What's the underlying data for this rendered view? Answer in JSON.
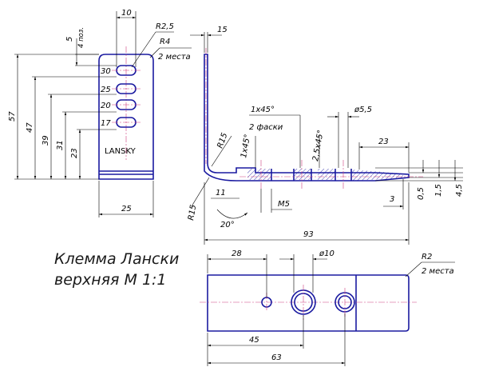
{
  "title": {
    "line1": "Клемма Лански",
    "line2": "верхняя М 1:1"
  },
  "marking": "LANSKY",
  "front_view": {
    "slot_labels": [
      "30",
      "25",
      "20",
      "17"
    ],
    "dims": {
      "top_width": "10",
      "radius_slot": "R2,5",
      "radius_corner": "R4",
      "corner_places": "2 места",
      "offset_5": "5",
      "position_label": "4 поз.",
      "height_57": "57",
      "height_47": "47",
      "height_39": "39",
      "height_31": "31",
      "height_23": "23",
      "width_25": "25"
    }
  },
  "side_view": {
    "dims": {
      "thickness_15": "15",
      "radius_15_top": "R15",
      "radius_15_bottom": "R15",
      "chamfer_a": "1х45°",
      "chamfer_b": "1х45°",
      "chamfers_note": "2 фаски",
      "chamfer_c": "2,5х45°",
      "dia_5_5": "ø5,5",
      "length_23": "23",
      "dim_11": "11",
      "thread_m5": "М5",
      "angle_20": "20°",
      "dim_3": "3",
      "dim_0_5": "0,5",
      "dim_1_5": "1,5",
      "dim_4_5": "4,5",
      "length_93": "93"
    }
  },
  "top_view": {
    "dims": {
      "dim_28": "28",
      "dia_10": "ø10",
      "radius_r2": "R2",
      "r2_places": "2 места",
      "dim_45": "45",
      "dim_63": "63"
    }
  }
}
